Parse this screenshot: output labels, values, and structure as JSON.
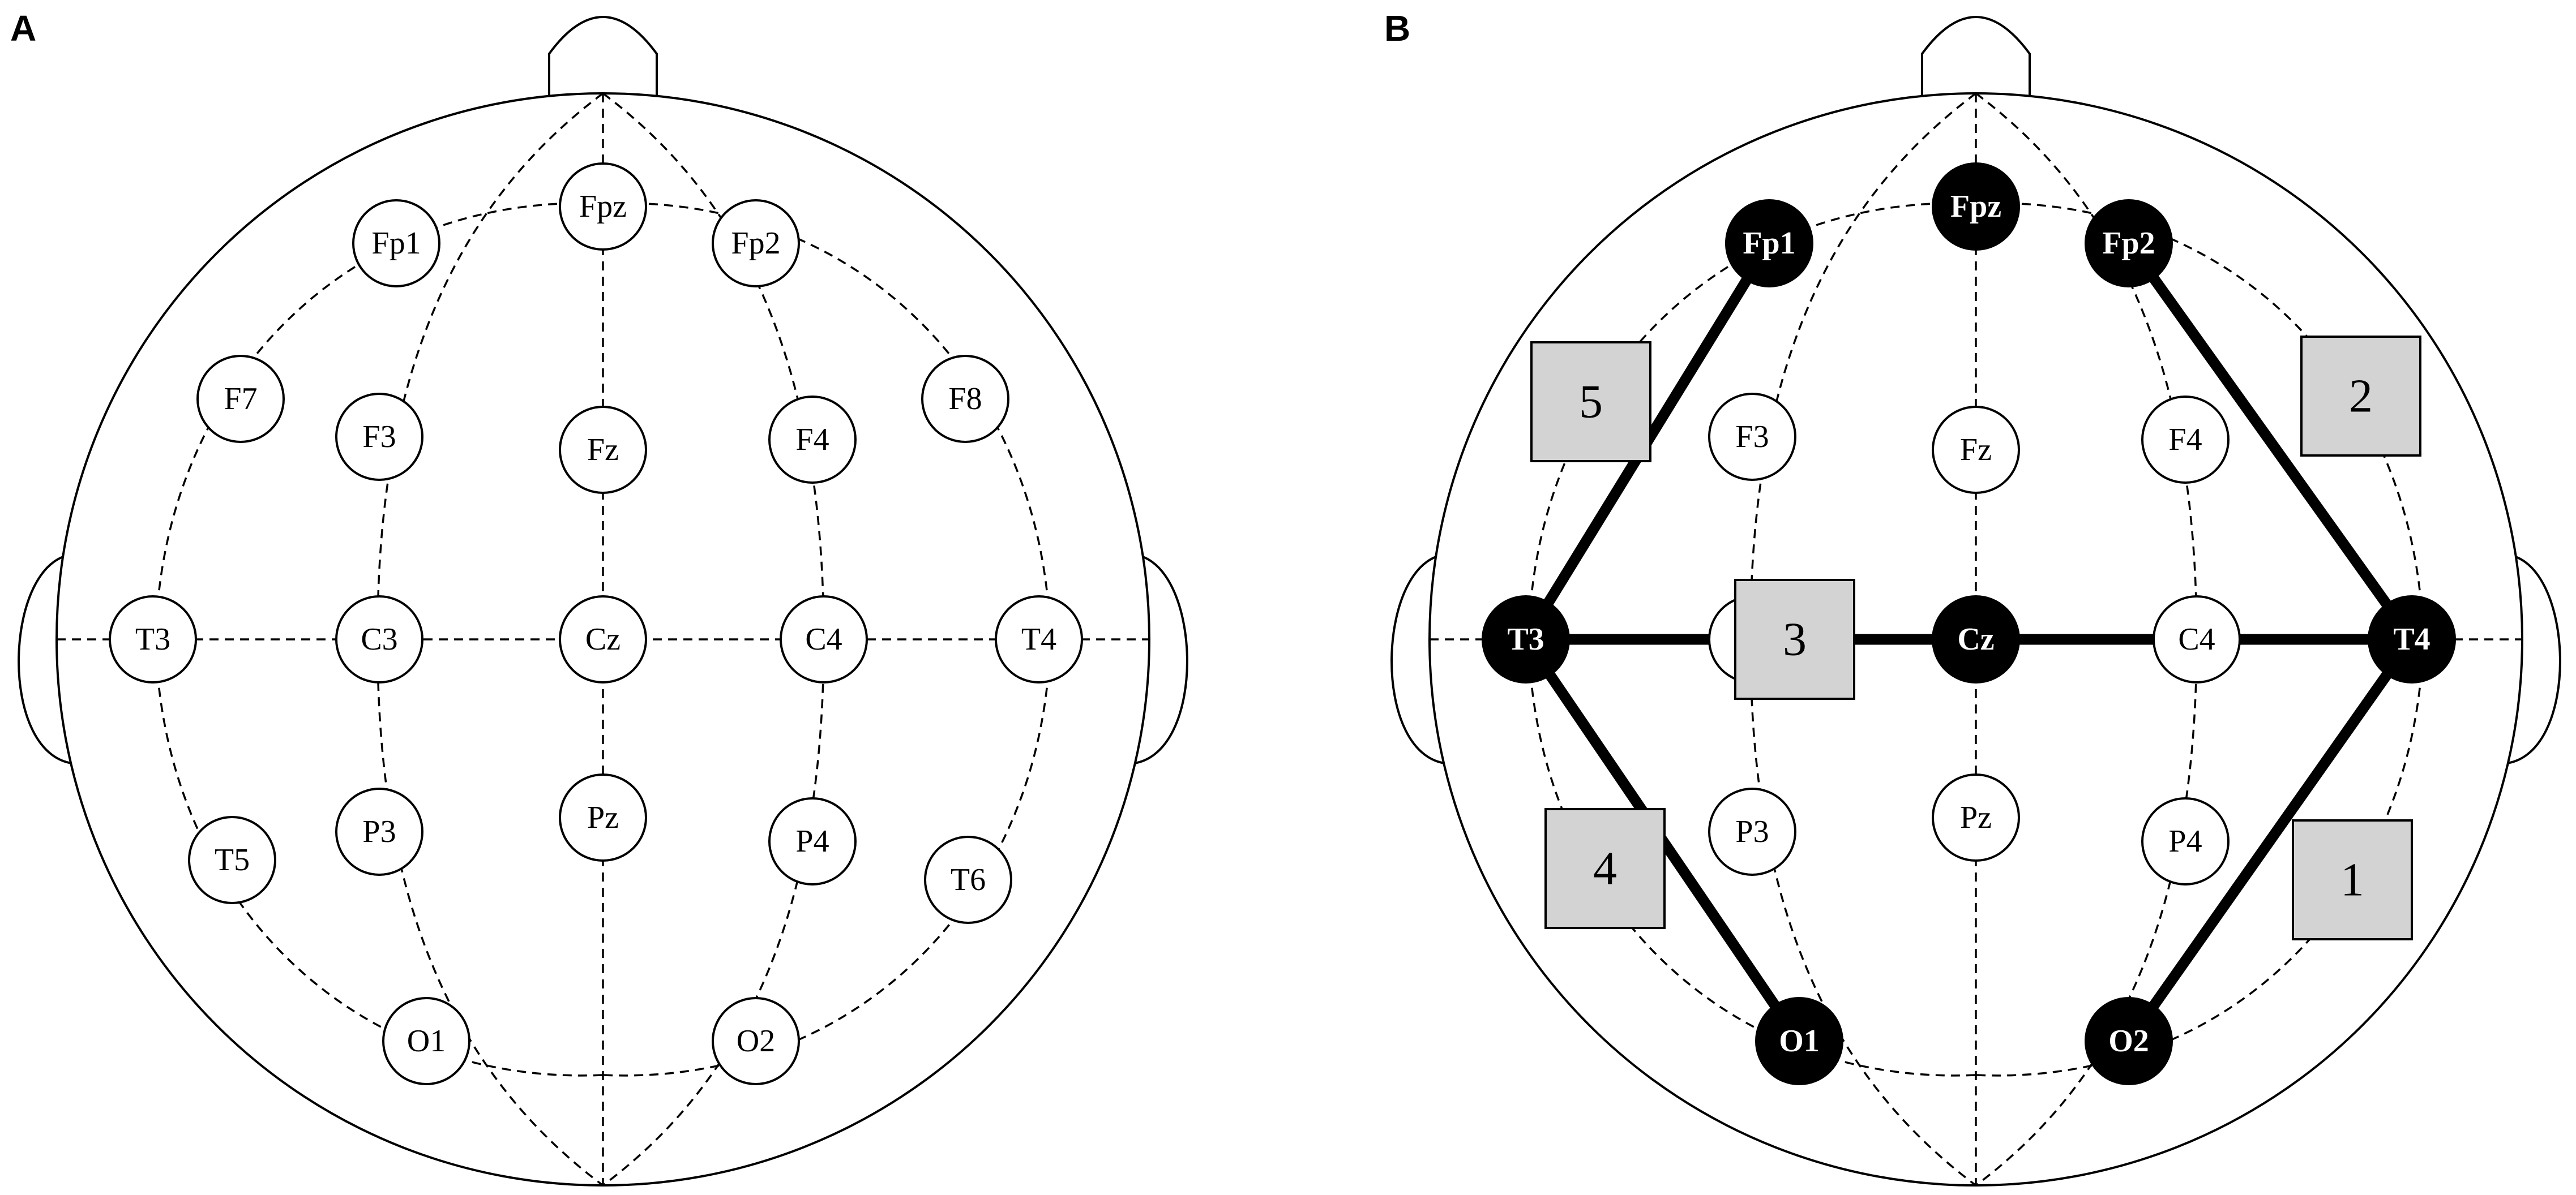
{
  "panels": [
    {
      "label": "A",
      "electrodes": [
        "Fp1",
        "Fpz",
        "Fp2",
        "F7",
        "F3",
        "Fz",
        "F4",
        "F8",
        "T3",
        "C3",
        "Cz",
        "C4",
        "T4",
        "T5",
        "P3",
        "Pz",
        "P4",
        "T6",
        "O1",
        "O2"
      ]
    },
    {
      "label": "B",
      "electrodes": [
        "Fp1",
        "Fpz",
        "Fp2",
        "F3",
        "Fz",
        "F4",
        "T3",
        "C3",
        "Cz",
        "C4",
        "T4",
        "P3",
        "Pz",
        "P4",
        "O1",
        "O2"
      ],
      "highlighted_electrodes": [
        "Fp1",
        "Fpz",
        "Fp2",
        "T3",
        "Cz",
        "T4",
        "O1",
        "O2"
      ],
      "channels": [
        {
          "number": "1",
          "from": "T4",
          "to": "O2"
        },
        {
          "number": "2",
          "from": "Fp2",
          "to": "T4"
        },
        {
          "number": "3",
          "from": "T3",
          "to": "T4"
        },
        {
          "number": "4",
          "from": "T3",
          "to": "O1"
        },
        {
          "number": "5",
          "from": "Fp1",
          "to": "T3"
        }
      ]
    }
  ],
  "colors": {
    "highlight": "#000000",
    "box_fill": "#d3d3d3",
    "line": "#000000"
  }
}
